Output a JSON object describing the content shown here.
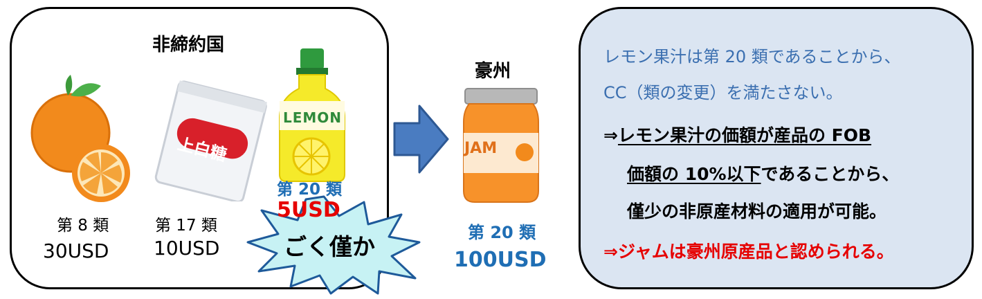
{
  "left_panel": {
    "title": "非締約国",
    "items": [
      {
        "hs": "第 8 類",
        "price": "30USD"
      },
      {
        "hs": "第 17 類",
        "price": "10USD"
      },
      {
        "hs": "第 20 類",
        "price": "5USD"
      }
    ],
    "sugar_label": "上白糖",
    "lemon_label": "LEMON",
    "burst_label": "ごく僅か"
  },
  "middle": {
    "country": "豪州",
    "jar_label": "JAM",
    "hs": "第 20 類",
    "price": "100USD"
  },
  "right_panel": {
    "line1": "レモン果汁は第 20 類であることから、",
    "line2": "CC（類の変更）を満たさない。",
    "line3_arrow": "⇒",
    "line3_ul": "レモン果汁の価額が産品の FOB",
    "line4_ul": "価額の 10%以下",
    "line4_rest": "であることから、",
    "line5": "僅少の非原産材料の適用が可能。",
    "line6": "⇒ジャムは豪州原産品と認められる。"
  },
  "colors": {
    "blue": "#1f6eb4",
    "red": "#e60000",
    "panel_bg": "#dbe5f2",
    "arrow": "#4a7cc1"
  }
}
